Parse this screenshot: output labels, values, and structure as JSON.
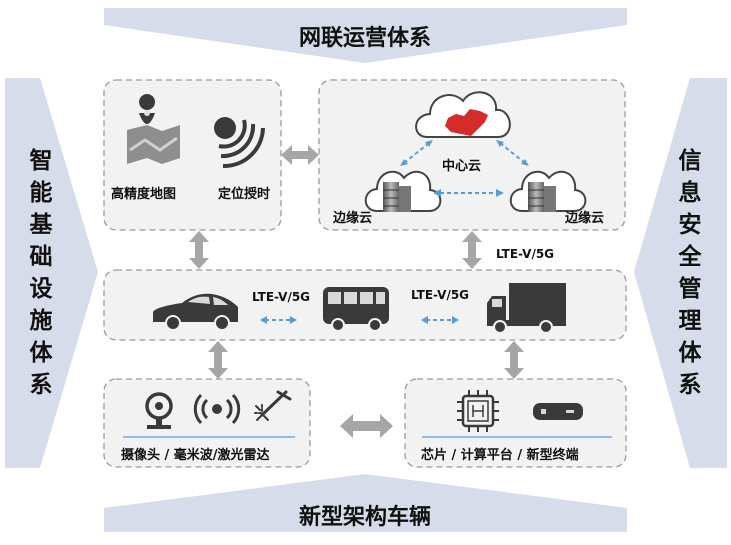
{
  "top_banner": "网联运营体系",
  "bottom_banner": "新型架构车辆",
  "left_banner": "智能基础设施体系",
  "right_banner": "信息安全管理体系",
  "map_panel": {
    "hd_map_label": "高精度地图",
    "positioning_label": "定位授时"
  },
  "cloud_panel": {
    "center_cloud_label": "中心云",
    "edge_cloud_left_label": "边缘云",
    "edge_cloud_right_label": "边缘云"
  },
  "link_label": "LTE-V/5G",
  "vehicle_panel": {
    "link_label_1": "LTE-V/5G",
    "link_label_2": "LTE-V/5G"
  },
  "sensor_panel": {
    "label": "摄像头 / 毫米波/激光雷达"
  },
  "computing_panel": {
    "label": "芯片 / 计算平台 / 新型终端"
  },
  "colors": {
    "banner": "#d6dce9",
    "panel_fill": "#f2f2f2",
    "panel_border": "#9a9a9a",
    "arrow_gray": "#a6a6a6",
    "link_blue": "#5b9bd5",
    "china_red": "#d62b2b",
    "icon_dark": "#333333"
  }
}
